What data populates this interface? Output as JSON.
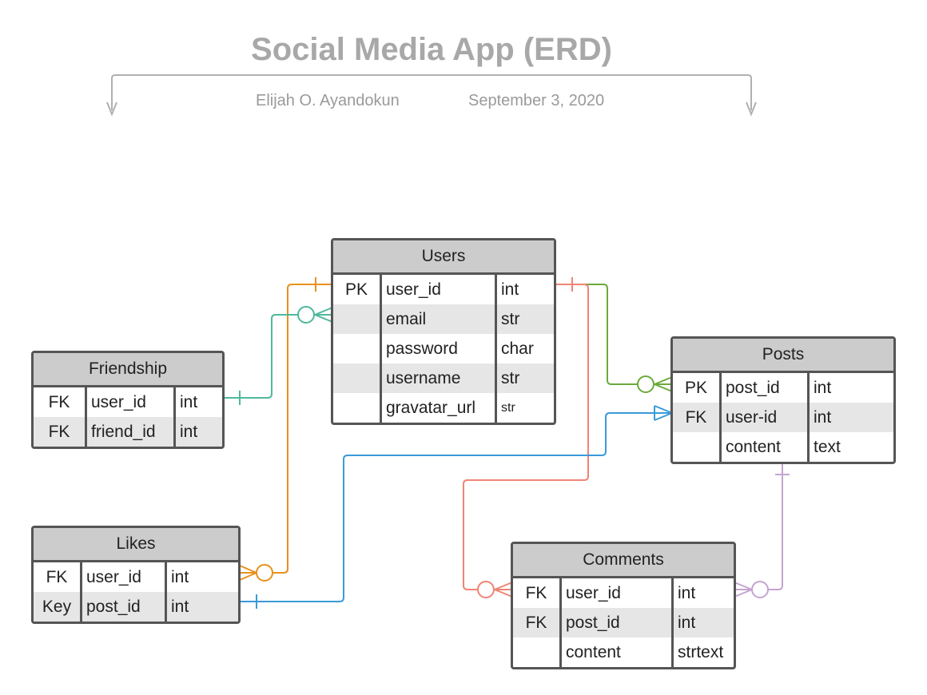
{
  "header": {
    "title": "Social Media App (ERD)",
    "author": "Elijah O. Ayandokun",
    "date": "September 3, 2020"
  },
  "colors": {
    "title_gray": "#a8a8a8",
    "header_fill": "#cccccc",
    "alt_row": "#e6e6e6",
    "border": "#555555",
    "orange": "#e8901c",
    "teal": "#4fb89c",
    "red": "#f08474",
    "green": "#6aaa3a",
    "blue": "#3a9ad8",
    "lilac": "#c4a4d0"
  },
  "tables": {
    "users": {
      "name": "Users",
      "rows": [
        {
          "key": "PK",
          "field": "user_id",
          "type": "int"
        },
        {
          "key": "",
          "field": "email",
          "type": "str"
        },
        {
          "key": "",
          "field": "password",
          "type": "char"
        },
        {
          "key": "",
          "field": "username",
          "type": "str"
        },
        {
          "key": "",
          "field": "gravatar_url",
          "type": "str"
        }
      ]
    },
    "friendship": {
      "name": "Friendship",
      "rows": [
        {
          "key": "FK",
          "field": "user_id",
          "type": "int"
        },
        {
          "key": "FK",
          "field": "friend_id",
          "type": "int"
        }
      ]
    },
    "posts": {
      "name": "Posts",
      "rows": [
        {
          "key": "PK",
          "field": "post_id",
          "type": "int"
        },
        {
          "key": "FK",
          "field": "user-id",
          "type": "int"
        },
        {
          "key": "",
          "field": "content",
          "type": "text"
        }
      ]
    },
    "likes": {
      "name": "Likes",
      "rows": [
        {
          "key": "FK",
          "field": "user_id",
          "type": "int"
        },
        {
          "key": "Key",
          "field": "post_id",
          "type": "int"
        }
      ]
    },
    "comments": {
      "name": "Comments",
      "rows": [
        {
          "key": "FK",
          "field": "user_id",
          "type": "int"
        },
        {
          "key": "FK",
          "field": "post_id",
          "type": "int"
        },
        {
          "key": "",
          "field": "content",
          "type": "strtext"
        }
      ]
    }
  },
  "relationships": [
    {
      "from": "Users",
      "to": "Friendship",
      "color": "teal"
    },
    {
      "from": "Users",
      "to": "Likes",
      "color": "orange"
    },
    {
      "from": "Users",
      "to": "Posts",
      "color": "green"
    },
    {
      "from": "Users",
      "to": "Comments",
      "color": "red"
    },
    {
      "from": "Posts",
      "to": "Likes",
      "color": "blue"
    },
    {
      "from": "Posts",
      "to": "Comments",
      "color": "lilac"
    }
  ]
}
